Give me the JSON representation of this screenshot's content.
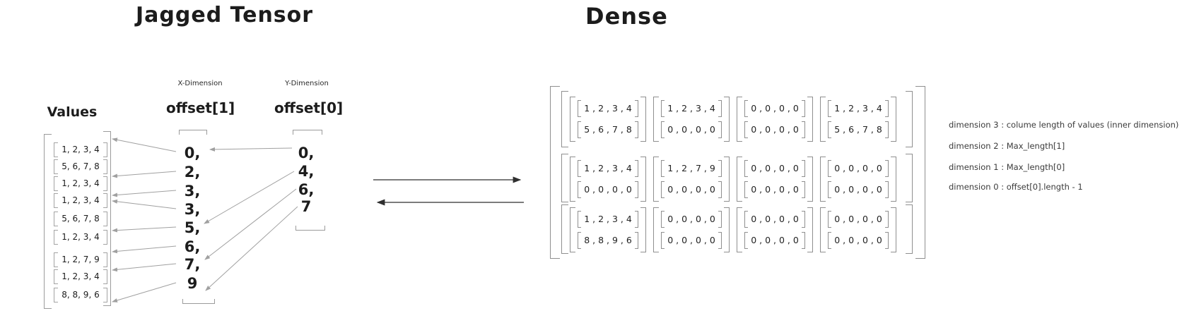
{
  "jagged": {
    "title": "Jagged Tensor",
    "values_label": "Values",
    "values": [
      "1, 2, 3, 4",
      "5, 6, 7, 8",
      "1, 2, 3, 4",
      "1, 2, 3, 4",
      "5, 6, 7, 8",
      "1, 2, 3, 4",
      "1, 2, 7, 9",
      "1, 2, 3, 4",
      "8, 8, 9, 6"
    ],
    "offset1": {
      "dim_label": "X-Dimension",
      "label": "offset[1]",
      "values": [
        "0,",
        "2,",
        "3,",
        "3,",
        "5,",
        "6,",
        "7,",
        "9"
      ]
    },
    "offset0": {
      "dim_label": "Y-Dimension",
      "label": "offset[0]",
      "values": [
        "0,",
        "4,",
        "6,",
        "7"
      ]
    }
  },
  "dense": {
    "title": "Dense",
    "groups": [
      {
        "matrices": [
          {
            "rows": [
              "1 , 2 , 3 , 4",
              "5 , 6 , 7 , 8"
            ]
          },
          {
            "rows": [
              "1 , 2 , 3 , 4",
              "0 , 0 , 0 , 0"
            ]
          },
          {
            "rows": [
              "0 , 0 , 0 , 0",
              "0 , 0 , 0 , 0"
            ]
          },
          {
            "rows": [
              "1 , 2 , 3 , 4",
              "5 , 6 , 7 , 8"
            ]
          }
        ]
      },
      {
        "matrices": [
          {
            "rows": [
              "1 , 2 , 3 , 4",
              "0 , 0 , 0 , 0"
            ]
          },
          {
            "rows": [
              "1 , 2 , 7 , 9",
              "0 , 0 , 0 , 0"
            ]
          },
          {
            "rows": [
              "0 , 0 , 0 , 0",
              "0 , 0 , 0 , 0"
            ]
          },
          {
            "rows": [
              "0 , 0 , 0 , 0",
              "0 , 0 , 0 , 0"
            ]
          }
        ]
      },
      {
        "matrices": [
          {
            "rows": [
              "1 , 2 , 3 , 4",
              "8 , 8 , 9 , 6"
            ]
          },
          {
            "rows": [
              "0 , 0 , 0 , 0",
              "0 , 0 , 0 , 0"
            ]
          },
          {
            "rows": [
              "0 , 0 , 0 , 0",
              "0 , 0 , 0 , 0"
            ]
          },
          {
            "rows": [
              "0 , 0 , 0 , 0",
              "0 , 0 , 0 , 0"
            ]
          }
        ]
      }
    ]
  },
  "annotations": [
    "dimension 3 : colume length of values (inner dimension)",
    "dimension 2 : Max_length[1]",
    "dimension 1 : Max_length[0]",
    "dimension 0 : offset[0].length - 1"
  ],
  "colors": {
    "ink": "#1c1c1c",
    "connector": "#a0a0a0",
    "bracket": "#8f8f8f",
    "exchange_arrow": "#2f2f2f"
  }
}
